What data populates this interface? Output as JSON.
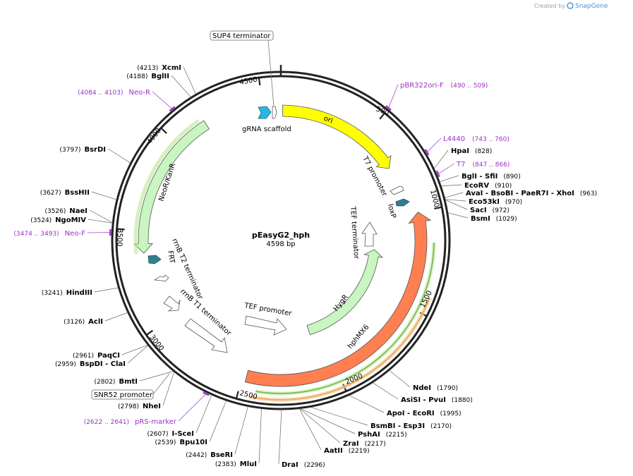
{
  "credit": {
    "prefix": "Created by",
    "brand": "SnapGene",
    "logo_icon": "snapgene-logo-icon"
  },
  "plasmid": {
    "name": "pEasyG2_hph",
    "size_label": "4598 bp",
    "length": 4598
  },
  "colors": {
    "ring": "#222222",
    "leader": "#555555",
    "primer": "#9b30c8",
    "ori": "#ffff00",
    "marker": "#c8f5c0",
    "hph": "#ff7f50",
    "promoter_fill": "#ffffff",
    "regulatory": "#2f7f8f",
    "scaffold": "#29b6e8",
    "primer_bar_green": "#2e7d1f",
    "primer_bar_orange": "#c77c1a"
  },
  "ticks": [
    {
      "bp": 500,
      "label": "500"
    },
    {
      "bp": 1000,
      "label": "1000"
    },
    {
      "bp": 1500,
      "label": "1500"
    },
    {
      "bp": 2000,
      "label": "2000"
    },
    {
      "bp": 2500,
      "label": "2500"
    },
    {
      "bp": 3000,
      "label": "3000"
    },
    {
      "bp": 3500,
      "label": "3500"
    },
    {
      "bp": 4000,
      "label": "4000"
    },
    {
      "bp": 4500,
      "label": "4500"
    }
  ],
  "sites": [
    {
      "name": "HpaI",
      "pos": "(828)",
      "side": "right",
      "bp": 828
    },
    {
      "name": "BglI   - SfiI",
      "pos": "(890)",
      "side": "right",
      "bp": 890
    },
    {
      "name": "EcoRV",
      "pos": "(910)",
      "side": "right",
      "bp": 910
    },
    {
      "name": "AvaI   - BsoBI   - PaeR7I   - XhoI",
      "pos": "(963)",
      "side": "right",
      "bp": 963
    },
    {
      "name": "Eco53kI",
      "pos": "(970)",
      "side": "right",
      "bp": 970
    },
    {
      "name": "SacI",
      "pos": "(972)",
      "side": "right",
      "bp": 972
    },
    {
      "name": "BsmI",
      "pos": "(1029)",
      "side": "right",
      "bp": 1029
    },
    {
      "name": "NdeI",
      "pos": "(1790)",
      "side": "right",
      "bp": 1790
    },
    {
      "name": "AsiSI   - PvuI",
      "pos": "(1880)",
      "side": "right",
      "bp": 1880
    },
    {
      "name": "ApoI   - EcoRI",
      "pos": "(1995)",
      "side": "right",
      "bp": 1995
    },
    {
      "name": "BsmBI   - Esp3I",
      "pos": "(2170)",
      "side": "right",
      "bp": 2170
    },
    {
      "name": "PshAI",
      "pos": "(2215)",
      "side": "right",
      "bp": 2215
    },
    {
      "name": "ZraI",
      "pos": "(2217)",
      "side": "right",
      "bp": 2217
    },
    {
      "name": "AatII",
      "pos": "(2219)",
      "side": "right",
      "bp": 2219
    },
    {
      "name": "DraI",
      "pos": "(2296)",
      "side": "right",
      "bp": 2296
    },
    {
      "name": "MluI",
      "pos": "(2383)",
      "side": "left",
      "bp": 2383
    },
    {
      "name": "BseRI",
      "pos": "(2442)",
      "side": "left",
      "bp": 2442
    },
    {
      "name": "Bpu10I",
      "pos": "(2539)",
      "side": "left",
      "bp": 2539
    },
    {
      "name": "I-SceI",
      "pos": "(2607)",
      "side": "left",
      "bp": 2607
    },
    {
      "name": "NheI",
      "pos": "(2798)",
      "side": "left",
      "bp": 2798
    },
    {
      "name": "BmtI",
      "pos": "(2802)",
      "side": "left",
      "bp": 2802
    },
    {
      "name": "BspDI   - ClaI",
      "pos": "(2959)",
      "side": "left",
      "bp": 2959
    },
    {
      "name": "PaqCI",
      "pos": "(2961)",
      "side": "left",
      "bp": 2961
    },
    {
      "name": "AclI",
      "pos": "(3126)",
      "side": "left",
      "bp": 3126
    },
    {
      "name": "HindIII",
      "pos": "(3241)",
      "side": "left",
      "bp": 3241
    },
    {
      "name": "NgoMIV",
      "pos": "(3524)",
      "side": "left",
      "bp": 3524
    },
    {
      "name": "NaeI",
      "pos": "(3526)",
      "side": "left",
      "bp": 3526
    },
    {
      "name": "BssHII",
      "pos": "(3627)",
      "side": "left",
      "bp": 3627
    },
    {
      "name": "BsrDI",
      "pos": "(3797)",
      "side": "left",
      "bp": 3797
    },
    {
      "name": "BglII",
      "pos": "(4188)",
      "side": "left",
      "bp": 4188
    },
    {
      "name": "XcmI",
      "pos": "(4213)",
      "side": "left",
      "bp": 4213
    }
  ],
  "primers": [
    {
      "name": "pBR322ori-F",
      "pos": "(490 .. 509)",
      "side": "right",
      "bp": 499
    },
    {
      "name": "L4440",
      "pos": "(743 .. 760)",
      "side": "right",
      "bp": 751
    },
    {
      "name": "T7",
      "pos": "(847 .. 866)",
      "side": "right",
      "bp": 856
    },
    {
      "name": "pRS-marker",
      "pos": "(2622 .. 2641)",
      "side": "left",
      "bp": 2631
    },
    {
      "name": "Neo-F",
      "pos": "(3474 .. 3493)",
      "side": "left",
      "bp": 3483
    },
    {
      "name": "Neo-R",
      "pos": "(4084 .. 4103)",
      "side": "left",
      "bp": 4093
    }
  ],
  "boxed_features": [
    {
      "name": "SUP4 terminator"
    },
    {
      "name": "SNR52 promoter"
    }
  ],
  "features": [
    {
      "name": "ori",
      "kind": "ori"
    },
    {
      "name": "gRNA scaffold",
      "kind": "scaffold"
    },
    {
      "name": "T7 promoter",
      "kind": "promoter"
    },
    {
      "name": "loxP",
      "kind": "regulatory"
    },
    {
      "name": "TEF terminator",
      "kind": "terminator"
    },
    {
      "name": "HygR",
      "kind": "marker"
    },
    {
      "name": "TEF promoter",
      "kind": "promoter"
    },
    {
      "name": "hphMX6",
      "kind": "hph"
    },
    {
      "name": "rrnB T1 terminator",
      "kind": "terminator"
    },
    {
      "name": "rrnB T2 terminator",
      "kind": "terminator"
    },
    {
      "name": "FRT",
      "kind": "regulatory"
    },
    {
      "name": "NeoR/KanR",
      "kind": "marker"
    }
  ]
}
